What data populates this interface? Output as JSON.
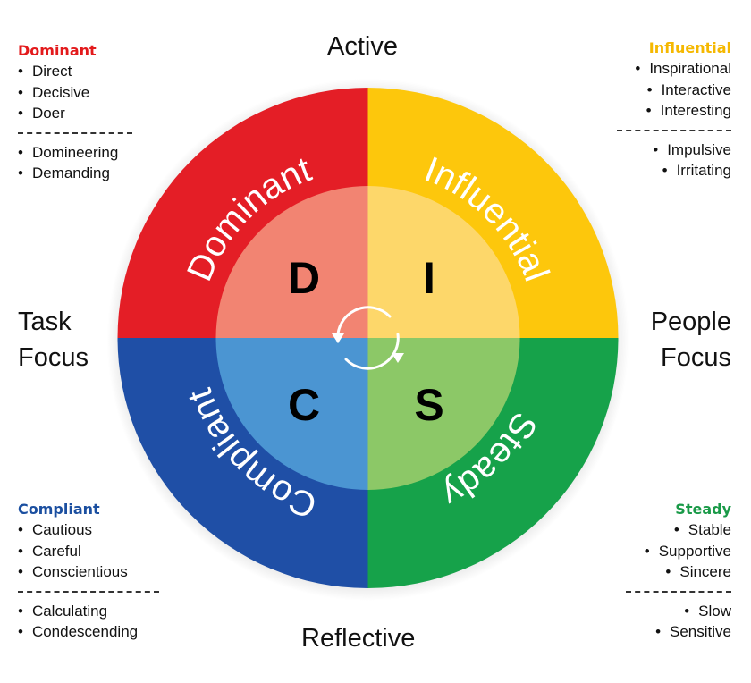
{
  "axes": {
    "top": "Active",
    "bottom": "Reflective",
    "left_line1": "Task",
    "left_line2": "Focus",
    "right_line1": "People",
    "right_line2": "Focus"
  },
  "quadrants": {
    "dominant": {
      "title": "Dominant",
      "ring_label": "Dominant",
      "letter": "D",
      "title_color": "#e31a1c",
      "outer_color": "#e41e26",
      "inner_color": "#f28472",
      "traits": [
        "Direct",
        "Decisive",
        "Doer"
      ],
      "weaknesses": [
        "Domineering",
        "Demanding"
      ]
    },
    "influential": {
      "title": "Influential",
      "ring_label": "Influential",
      "letter": "I",
      "title_color": "#f5b800",
      "outer_color": "#fdc70c",
      "inner_color": "#fdd76a",
      "traits": [
        "Inspirational",
        "Interactive",
        "Interesting"
      ],
      "weaknesses": [
        "Impulsive",
        "Irritating"
      ]
    },
    "compliant": {
      "title": "Compliant",
      "ring_label": "Compliant",
      "letter": "C",
      "title_color": "#1b4fa0",
      "outer_color": "#1f4fa6",
      "inner_color": "#4b95d2",
      "traits": [
        "Cautious",
        "Careful",
        "Conscientious"
      ],
      "weaknesses": [
        "Calculating",
        "Condescending"
      ]
    },
    "steady": {
      "title": "Steady",
      "ring_label": "Steady",
      "letter": "S",
      "title_color": "#1a9a48",
      "outer_color": "#16a24a",
      "inner_color": "#8cc867",
      "traits": [
        "Stable",
        "Supportive",
        "Sincere"
      ],
      "weaknesses": [
        "Slow",
        "Sensitive"
      ]
    }
  }
}
